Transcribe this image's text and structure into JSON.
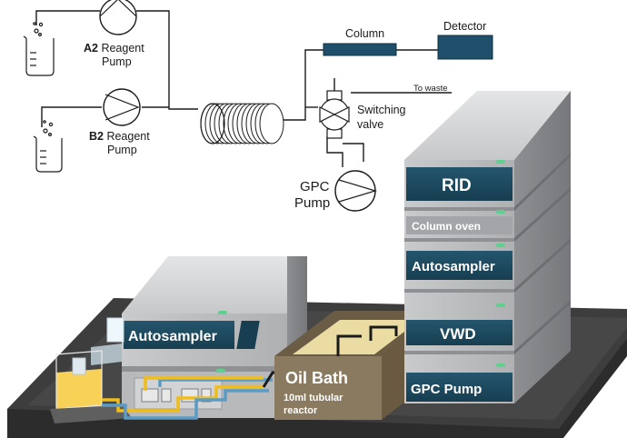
{
  "schematic": {
    "a2_pump": {
      "prefix": "A2",
      "line1": " Reagent",
      "line2": "Pump"
    },
    "b2_pump": {
      "prefix": "B2",
      "line1": " Reagent",
      "line2": "Pump"
    },
    "column": "Column",
    "detector": "Detector",
    "to_waste": "To waste",
    "switching_valve": {
      "line1": "Switching",
      "line2": "valve"
    },
    "gpc_pump": {
      "line1": "GPC",
      "line2": "Pump"
    }
  },
  "instrument": {
    "stack": [
      "RID",
      "Column oven",
      "Autosampler",
      "VWD",
      "GPC Pump"
    ],
    "left_module": "Autosampler",
    "oil_bath": {
      "title": "Oil Bath",
      "line1": "10ml tubular",
      "line2": "reactor"
    }
  },
  "colors": {
    "module_band": "#1c4a60",
    "module_gray": "#b9bbbd",
    "status_led": "#5fcf8f",
    "base": "#3c3c3c",
    "yellow_reagent": "#f2c31a",
    "oil_bath": "#8a7a60"
  }
}
